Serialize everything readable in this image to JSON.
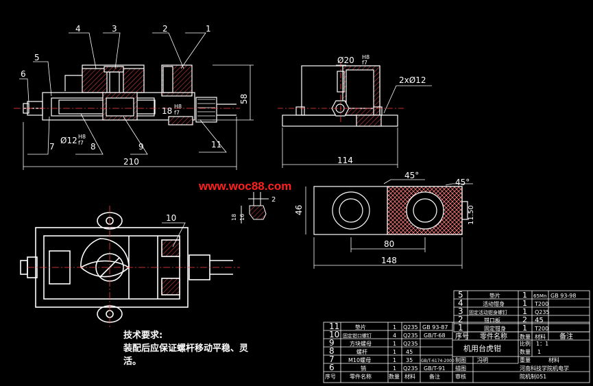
{
  "drawing": {
    "title": "机用台虎钳",
    "watermark": "www.woc88.com",
    "dims": {
      "front_width": "210",
      "front_height": "58",
      "bore_main": "Ø12",
      "bore_main_fit": "H8",
      "bore_main_fit2": "f7",
      "screw_fit": "18",
      "screw_fit_h": "H8",
      "screw_fit_f": "f7",
      "side_width": "114",
      "side_bore": "Ø20",
      "side_bore_fit": "H8",
      "side_bore_fit2": "f7",
      "side_holes": "2xØ12",
      "top_width": "148",
      "top_inner": "80",
      "top_height": "46",
      "top_side": "11.50",
      "chamfer1": "45°",
      "chamfer2": "45°",
      "detail_2": "2",
      "detail_18": "18",
      "detail_16": "16"
    },
    "balloons": {
      "front": [
        "4",
        "3",
        "2",
        "1",
        "5",
        "6",
        "7",
        "8",
        "9",
        "11"
      ],
      "plan": [
        "10"
      ]
    },
    "notes": {
      "heading": "技术要求:",
      "line1": "装配后应保证螺杆移动平稳、灵",
      "line2": "活。"
    },
    "bom_left": {
      "rows": [
        [
          "11",
          "垫片",
          "1",
          "Q235",
          "GB 93-87"
        ],
        [
          "10",
          "固定钳口螺钉",
          "4",
          "Q235",
          "GB/T-68"
        ],
        [
          "9",
          "方块螺母",
          "1",
          "Q235",
          ""
        ],
        [
          "8",
          "螺杆",
          "1",
          "45",
          ""
        ],
        [
          "7",
          "M10螺母",
          "1",
          "35",
          "GB/T-6174-2000"
        ],
        [
          "6",
          "销",
          "1",
          "Q235",
          "GB/T-91"
        ]
      ],
      "header": [
        "序号",
        "零件名称",
        "数量",
        "材料",
        "备注"
      ]
    },
    "bom_right": {
      "rows": [
        [
          "5",
          "垫片",
          "1",
          "65Mn",
          "GB 93-98"
        ],
        [
          "4",
          "活动钳身",
          "1",
          "T200",
          ""
        ],
        [
          "3",
          "固定活动钳身螺钉",
          "1",
          "Q235",
          ""
        ],
        [
          "2",
          "钳口板",
          "2",
          "45",
          ""
        ],
        [
          "1",
          "固定钳身",
          "1",
          "T200",
          ""
        ]
      ],
      "header": [
        "序号",
        "零件名称",
        "数量",
        "材料",
        "备注"
      ]
    },
    "titleblock": {
      "scale_label": "比例",
      "scale_value": "1：1",
      "qty_label": "数量",
      "qty_value": "1",
      "weight_label": "重量",
      "material_label": "材料",
      "draw_label": "制图",
      "drawer": "冯明",
      "trace_label": "描图",
      "check_label": "审核",
      "org1": "河南科技学院机电学",
      "org2": "院机制051"
    }
  }
}
